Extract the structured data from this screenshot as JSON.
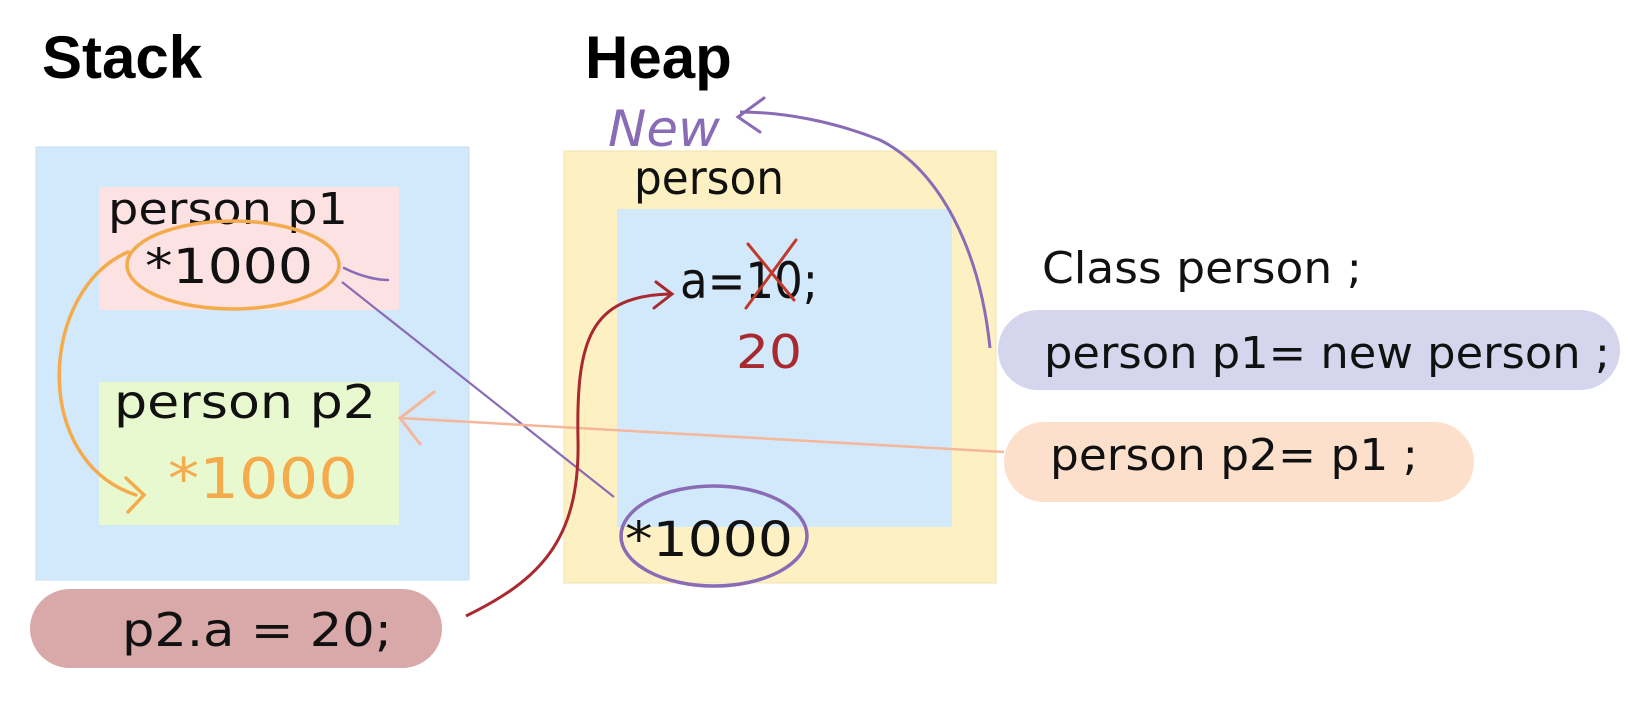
{
  "titles": {
    "stack": "Stack",
    "heap": "Heap"
  },
  "stack": {
    "p1_label": "person p1",
    "p1_value": "*1000",
    "p2_label": "person p2",
    "p2_value": "*1000"
  },
  "heap": {
    "new_label": "New",
    "object_label": "person",
    "field_assignment": "a=10;",
    "field_new_value": "20",
    "address": "*1000"
  },
  "code": {
    "class_decl": "Class person ;",
    "line1": "person p1= new person ;",
    "line2": "person p2= p1 ;",
    "line3": "p2.a = 20;"
  },
  "colors": {
    "stack_bg": "#d2e9fb",
    "p1_bg": "#fde2e4",
    "p2_bg": "#e9f9cf",
    "heap_outer": "#fdf1c4",
    "heap_inner": "#d2e9fb",
    "pill_purple": "#d5d6ee",
    "pill_orange": "#fde0cc",
    "pill_red": "#d9a8a8",
    "ink": "#111111",
    "orange": "#f3ab4c",
    "purple": "#8a6cb6",
    "red": "#a8292f",
    "salmon": "#f4b79a"
  }
}
